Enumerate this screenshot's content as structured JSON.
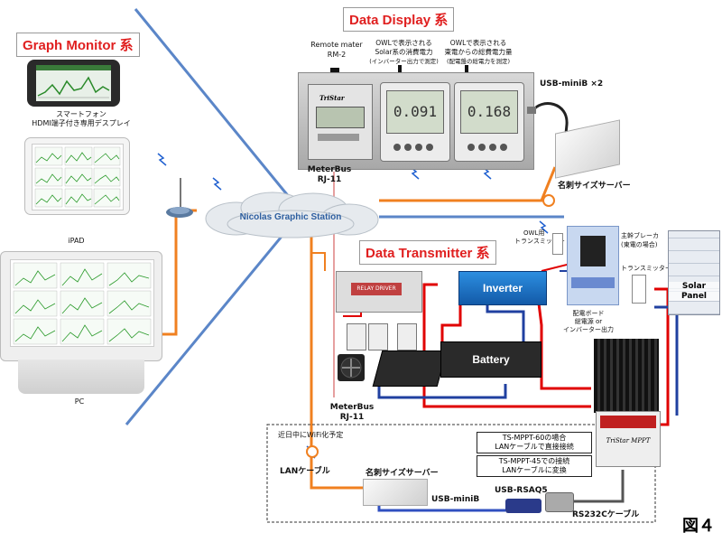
{
  "sections": {
    "graph_monitor": "Graph Monitor 系",
    "data_display": "Data Display 系",
    "data_transmitter": "Data Transmitter 系"
  },
  "devices": {
    "smartphone_label": "スマートフォン",
    "smartphone_sub": "HDMI端子付き専用デスプレイ",
    "ipad_label": "iPAD",
    "pc_label": "PC",
    "station_label": "Nicolas Graphic Station",
    "inverter_label": "Inverter",
    "battery_label": "Battery",
    "solar_panel_label1": "Solar",
    "solar_panel_label2": "Panel",
    "relay_label": "RELAY DRIVER"
  },
  "display_labels": {
    "remote_meter1": "Remote mater",
    "remote_meter2": "RM-2",
    "owl1_line1": "OWLで表示される",
    "owl1_line2": "Solar系の消費電力",
    "owl1_line3": "(インバーター出力で測定)",
    "owl2_line1": "OWLで表示される",
    "owl2_line2": "東電からの総費電力量",
    "owl2_line3": "(配電盤の総電力を測定)",
    "usb_minib_x2": "USB-miniB ×2",
    "meterbus_top1": "MeterBus",
    "meterbus_top2": "RJ-11",
    "server_top": "名刺サイズサーバー",
    "owl_digits_1": "0.091",
    "owl_digits_2": "0.168"
  },
  "transmitter_labels": {
    "owl_transmitter1": "OWL用",
    "owl_transmitter2": "トランスミッター",
    "main_breaker1": "主幹ブレーカ",
    "main_breaker2": "(東電の場合)",
    "transmitter": "トランスミッター",
    "dist1": "配電ボード",
    "dist2": "総電源 or",
    "dist3": "インバーター出力",
    "meterbus_bottom1": "MeterBus",
    "meterbus_bottom2": "RJ-11",
    "wifi_plan": "近日中にWiFi化予定",
    "lan_cable": "LANケーブル",
    "server_bottom": "名刺サイズサーバー",
    "usb_minib": "USB-miniB",
    "usb_rsaq5": "USB-RSAQ5",
    "rs232c": "RS232Cケーブル",
    "mppt60_1": "TS-MPPT-60の場合",
    "mppt60_2": "LANケーブルで直接接続",
    "mppt45_1": "TS-MPPT-45での接続",
    "mppt45_2": "LANケーブルに変換",
    "mppt_brand": "TriStar MPPT"
  },
  "figure_label": "図４",
  "colors": {
    "title_red": "#e02020",
    "blue_line": "#4a78c0",
    "orange_line": "#f08020",
    "red_wire": "#e00000",
    "navy_wire": "#2040a0",
    "inverter_blue": "#1a6fc0"
  }
}
